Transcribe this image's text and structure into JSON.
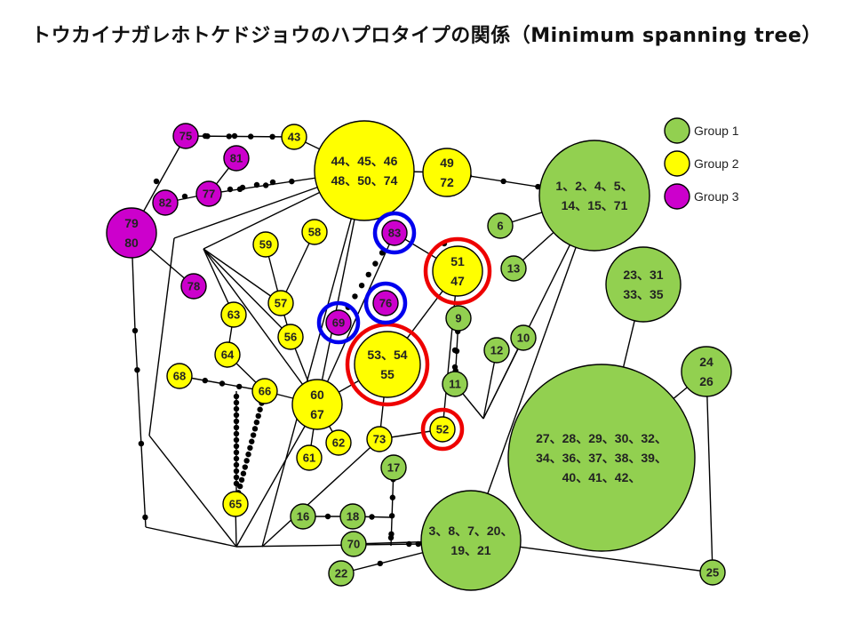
{
  "title": "トウカイナガレホトケドジョウのハプロタイプの関係（Minimum spanning tree）",
  "colors": {
    "group1": "#92d050",
    "group2": "#ffff00",
    "group3": "#cc00cc",
    "highlight_red": "#ee0000",
    "highlight_blue": "#0000ee"
  },
  "legend": [
    {
      "group": "group1",
      "label": "Group 1"
    },
    {
      "group": "group2",
      "label": "Group 2"
    },
    {
      "group": "group3",
      "label": "Group 3"
    }
  ],
  "nodes": [
    {
      "id": "n75",
      "group": "group3",
      "lines": [
        "75"
      ]
    },
    {
      "id": "n81",
      "group": "group3",
      "lines": [
        "81"
      ]
    },
    {
      "id": "n82",
      "group": "group3",
      "lines": [
        "82"
      ]
    },
    {
      "id": "n77",
      "group": "group3",
      "lines": [
        "77"
      ]
    },
    {
      "id": "n79",
      "group": "group3",
      "lines": [
        "79",
        "80"
      ]
    },
    {
      "id": "n78",
      "group": "group3",
      "lines": [
        "78"
      ]
    },
    {
      "id": "n83",
      "group": "group3",
      "lines": [
        "83"
      ]
    },
    {
      "id": "n76",
      "group": "group3",
      "lines": [
        "76"
      ]
    },
    {
      "id": "n69",
      "group": "group3",
      "lines": [
        "69"
      ]
    },
    {
      "id": "n43",
      "group": "group2",
      "lines": [
        "43"
      ]
    },
    {
      "id": "n44",
      "group": "group2",
      "lines": [
        "44、45、46",
        "48、50、74"
      ]
    },
    {
      "id": "n49",
      "group": "group2",
      "lines": [
        "49",
        "72"
      ]
    },
    {
      "id": "n59",
      "group": "group2",
      "lines": [
        "59"
      ]
    },
    {
      "id": "n58",
      "group": "group2",
      "lines": [
        "58"
      ]
    },
    {
      "id": "n51",
      "group": "group2",
      "lines": [
        "51",
        "47"
      ]
    },
    {
      "id": "n57",
      "group": "group2",
      "lines": [
        "57"
      ]
    },
    {
      "id": "n63",
      "group": "group2",
      "lines": [
        "63"
      ]
    },
    {
      "id": "n56",
      "group": "group2",
      "lines": [
        "56"
      ]
    },
    {
      "id": "n64",
      "group": "group2",
      "lines": [
        "64"
      ]
    },
    {
      "id": "n53",
      "group": "group2",
      "lines": [
        "53、54",
        "55"
      ]
    },
    {
      "id": "n68",
      "group": "group2",
      "lines": [
        "68"
      ]
    },
    {
      "id": "n66",
      "group": "group2",
      "lines": [
        "66"
      ]
    },
    {
      "id": "n60",
      "group": "group2",
      "lines": [
        "60",
        "67"
      ]
    },
    {
      "id": "n52",
      "group": "group2",
      "lines": [
        "52"
      ]
    },
    {
      "id": "n73",
      "group": "group2",
      "lines": [
        "73"
      ]
    },
    {
      "id": "n62",
      "group": "group2",
      "lines": [
        "62"
      ]
    },
    {
      "id": "n61",
      "group": "group2",
      "lines": [
        "61"
      ]
    },
    {
      "id": "n65",
      "group": "group2",
      "lines": [
        "65"
      ]
    },
    {
      "id": "n1",
      "group": "group1",
      "lines": [
        "1、2、4、5、",
        "14、15、71"
      ]
    },
    {
      "id": "n6",
      "group": "group1",
      "lines": [
        "6"
      ]
    },
    {
      "id": "n13",
      "group": "group1",
      "lines": [
        "13"
      ]
    },
    {
      "id": "n23",
      "group": "group1",
      "lines": [
        "23、31",
        "33、35"
      ]
    },
    {
      "id": "n9",
      "group": "group1",
      "lines": [
        "9"
      ]
    },
    {
      "id": "n10",
      "group": "group1",
      "lines": [
        "10"
      ]
    },
    {
      "id": "n12",
      "group": "group1",
      "lines": [
        "12"
      ]
    },
    {
      "id": "n24",
      "group": "group1",
      "lines": [
        "24",
        "26"
      ]
    },
    {
      "id": "n11",
      "group": "group1",
      "lines": [
        "11"
      ]
    },
    {
      "id": "n27",
      "group": "group1",
      "lines": [
        "27、28、29、30、32、",
        "34、36、37、38、39、",
        "40、41、42、"
      ]
    },
    {
      "id": "n17",
      "group": "group1",
      "lines": [
        "17"
      ]
    },
    {
      "id": "n16",
      "group": "group1",
      "lines": [
        "16"
      ]
    },
    {
      "id": "n18",
      "group": "group1",
      "lines": [
        "18"
      ]
    },
    {
      "id": "n3",
      "group": "group1",
      "lines": [
        "3、8、7、20、",
        "19、21"
      ]
    },
    {
      "id": "n70",
      "group": "group1",
      "lines": [
        "70"
      ]
    },
    {
      "id": "n22",
      "group": "group1",
      "lines": [
        "22"
      ]
    },
    {
      "id": "n25",
      "group": "group1",
      "lines": [
        "25"
      ]
    }
  ],
  "highlights": [
    {
      "node": "n51",
      "color": "highlight_red"
    },
    {
      "node": "n53",
      "color": "highlight_red"
    },
    {
      "node": "n52",
      "color": "highlight_red"
    },
    {
      "node": "n83",
      "color": "highlight_blue"
    },
    {
      "node": "n76",
      "color": "highlight_blue"
    },
    {
      "node": "n69",
      "color": "highlight_blue"
    }
  ]
}
